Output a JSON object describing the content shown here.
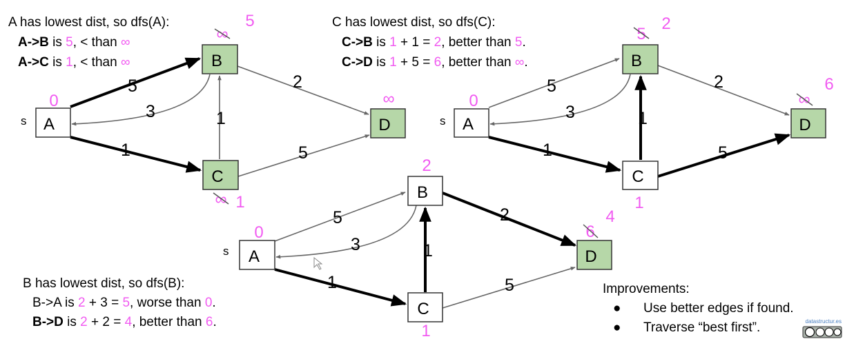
{
  "colors": {
    "magenta": "#f15bf1",
    "visited_fill": "#b6d7a8",
    "unvisited_fill": "#ffffff",
    "edge_thin": "#666666",
    "edge_bold": "#000000"
  },
  "panel1": {
    "caption_title": "A has lowest dist, so dfs(A):",
    "line1": {
      "edge": "A->B",
      "is": " is ",
      "val": "5",
      "rest": ", < than ",
      "cmp": "∞"
    },
    "line2": {
      "edge": "A->C",
      "is": " is ",
      "val": "1",
      "rest": ", < than ",
      "cmp": "∞"
    },
    "source_label": "s",
    "nodes": {
      "A": "A",
      "B": "B",
      "C": "C",
      "D": "D"
    },
    "weights": {
      "AB": "5",
      "BA": "3",
      "AC": "1",
      "CB": "1",
      "BD": "2",
      "CD": "5"
    },
    "dist": {
      "A": "0",
      "B_old": "∞",
      "B_new": "5",
      "C_old": "∞",
      "C_new": "1",
      "D": "∞"
    }
  },
  "panel2": {
    "caption_title": "C has lowest dist, so dfs(C):",
    "line1": {
      "edge": "C->B",
      "is": " is ",
      "v1": "1",
      "mid": " + 1 = ",
      "v2": "2",
      "rest": ", better than ",
      "cmp": "5",
      "end": "."
    },
    "line2": {
      "edge": "C->D",
      "is": " is ",
      "v1": "1",
      "mid": " + 5 = ",
      "v2": "6",
      "rest": ", better than ",
      "cmp": "∞",
      "end": "."
    },
    "source_label": "s",
    "nodes": {
      "A": "A",
      "B": "B",
      "C": "C",
      "D": "D"
    },
    "weights": {
      "AB": "5",
      "BA": "3",
      "AC": "1",
      "CB": "1",
      "BD": "2",
      "CD": "5"
    },
    "dist": {
      "A": "0",
      "B_old": "5",
      "B_new": "2",
      "C": "1",
      "D_old": "∞",
      "D_new": "6"
    }
  },
  "panel3": {
    "caption_title": "B has lowest dist, so dfs(B):",
    "line1": {
      "edge": "B->A",
      "is": " is ",
      "v1": "2",
      "mid": " + 3 = ",
      "v2": "5",
      "rest": ", worse than ",
      "cmp": "0",
      "end": "."
    },
    "line2": {
      "edge": "B->D",
      "is": " is ",
      "v1": "2",
      "mid": " + 2 = ",
      "v2": "4",
      "rest": ", better than ",
      "cmp": "6",
      "end": "."
    },
    "source_label": "s",
    "nodes": {
      "A": "A",
      "B": "B",
      "C": "C",
      "D": "D"
    },
    "weights": {
      "AB": "5",
      "BA": "3",
      "AC": "1",
      "CB": "1",
      "BD": "2",
      "CD": "5"
    },
    "dist": {
      "A": "0",
      "B": "2",
      "C": "1",
      "D_old": "6",
      "D_new": "4"
    }
  },
  "improvements": {
    "title": "Improvements:",
    "items": [
      "Use better edges if found.",
      "Traverse “best first”."
    ],
    "bullet": "●"
  },
  "footer": {
    "site": "datastructur.es",
    "license_badge": "cc-by-nc-sa"
  }
}
